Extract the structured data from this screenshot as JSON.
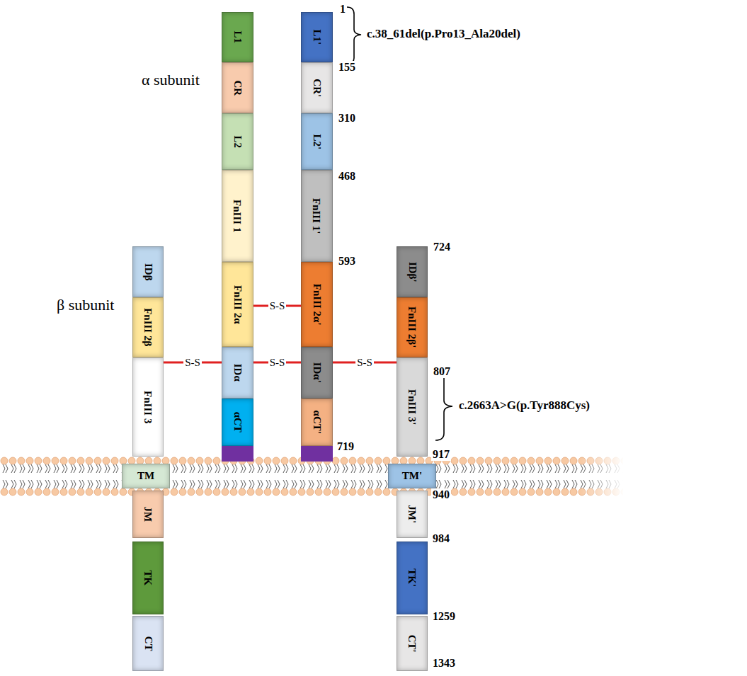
{
  "diagram": {
    "nodes": [
      {
        "text": [
          "L1"
        ]
      },
      {
        "text": [
          "CR"
        ]
      },
      {
        "text": [
          "L2"
        ]
      },
      {
        "text": [
          "FnIII 1"
        ]
      },
      {
        "text": [
          "FnIII 2α"
        ]
      },
      {
        "text": [
          "IDα"
        ]
      },
      {
        "text": [
          "αCT"
        ]
      },
      {
        "text": [
          "L1'"
        ]
      },
      {
        "text": [
          "CR'"
        ]
      },
      {
        "text": [
          "L2'"
        ]
      },
      {
        "text": [
          "FnIII 1'"
        ]
      },
      {
        "text": [
          "FnIII 2α'"
        ]
      },
      {
        "text": [
          "IDα'"
        ]
      },
      {
        "text": [
          "αCT'"
        ]
      },
      {
        "text": [
          "IDβ"
        ]
      },
      {
        "text": [
          "FnIII 2β"
        ]
      },
      {
        "text": [
          "FnIII 3"
        ]
      },
      {
        "text": [
          "TM"
        ]
      },
      {
        "text": [
          "JM"
        ]
      },
      {
        "text": [
          "TK"
        ]
      },
      {
        "text": [
          "CT"
        ]
      },
      {
        "text": [
          "IDβ'"
        ]
      },
      {
        "text": [
          "FnIII 2β'"
        ]
      },
      {
        "text": [
          "FnIII 3'"
        ]
      },
      {
        "text": [
          "TM'"
        ]
      },
      {
        "text": [
          "JM'"
        ]
      },
      {
        "text": [
          "TK'"
        ]
      },
      {
        "text": [
          "CT'"
        ]
      }
    ],
    "edges": [
      {
        "from": 4,
        "to": 11,
        "label": "S-S",
        "arrow": "none"
      },
      {
        "from": 5,
        "to": 12,
        "label": "S-S",
        "arrow": "none"
      },
      {
        "from": 16,
        "to": 5,
        "label": "S-S",
        "arrow": "none"
      },
      {
        "from": 12,
        "to": 23,
        "label": "S-S",
        "arrow": "none"
      }
    ],
    "labels": [
      "α subunit",
      "β subunit",
      "1",
      "155",
      "310",
      "468",
      "593",
      "719",
      "724",
      "807",
      "917",
      "940",
      "984",
      "1259",
      "1343",
      "c.38_61del(p.Pro13_Ala20del)",
      "c.2663A>G(p.Tyr888Cys)"
    ]
  }
}
